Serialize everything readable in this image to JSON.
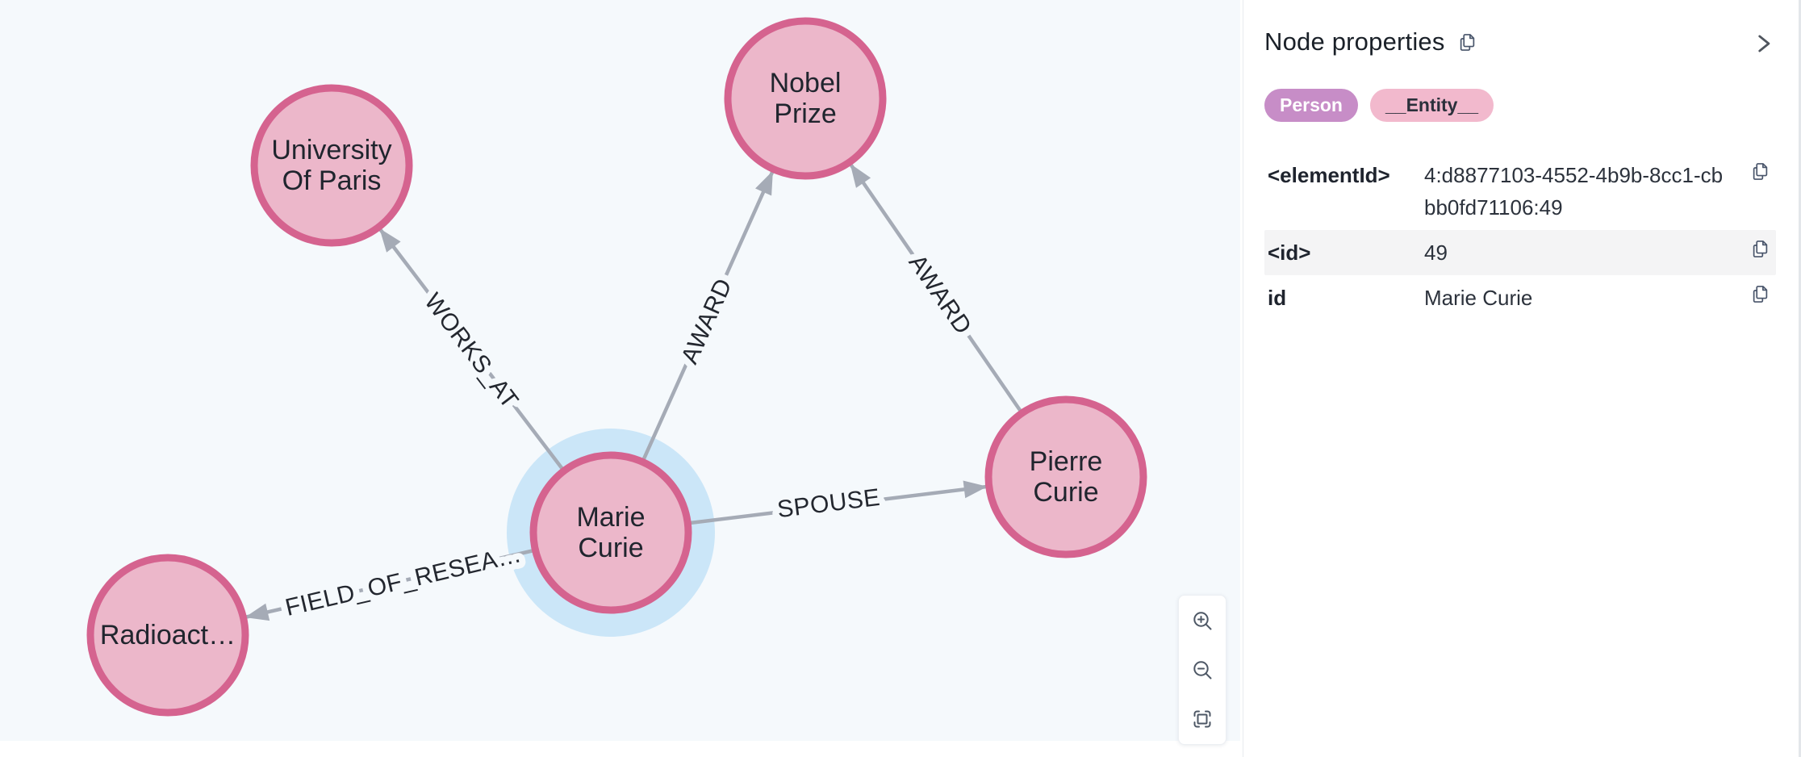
{
  "panel": {
    "title": "Node properties",
    "labels": [
      "Person",
      "__Entity__"
    ],
    "badge_colors": {
      "person": "#c78dc7",
      "entity": "#f2b9cd"
    },
    "properties": [
      {
        "key": "<elementId>",
        "value": "4:d8877103-4552-4b9b-8cc1-cbbb0fd71106:49"
      },
      {
        "key": "<id>",
        "value": "49"
      },
      {
        "key": "id",
        "value": "Marie Curie"
      }
    ]
  },
  "graph": {
    "colors": {
      "canvas_bg": "#f5f9fc",
      "node_fill": "#ecb7ca",
      "node_border": "#d5638f",
      "selection_halo": "#cbe6f8",
      "edge": "#a5abb6",
      "node_text": "#20252e"
    },
    "nodes": [
      {
        "name": "University Of Paris",
        "line1": "University",
        "line2": "Of Paris"
      },
      {
        "name": "Nobel Prize",
        "line1": "Nobel",
        "line2": "Prize"
      },
      {
        "name": "Marie Curie",
        "line1": "Marie",
        "line2": "Curie",
        "selected": true
      },
      {
        "name": "Pierre Curie",
        "line1": "Pierre",
        "line2": "Curie"
      },
      {
        "name": "Radioact…",
        "line1": "Radioact…"
      }
    ],
    "edges": [
      {
        "label": "WORKS_AT",
        "from": "Marie Curie",
        "to": "University Of Paris"
      },
      {
        "label": "AWARD",
        "from": "Marie Curie",
        "to": "Nobel Prize"
      },
      {
        "label": "AWARD",
        "from": "Pierre Curie",
        "to": "Nobel Prize"
      },
      {
        "label": "SPOUSE",
        "from": "Marie Curie",
        "to": "Pierre Curie"
      },
      {
        "label": "FIELD_OF_RESEA…",
        "from": "Marie Curie",
        "to": "Radioact…"
      }
    ]
  },
  "zoom_toolbar": {
    "buttons": [
      {
        "icon": "zoom-in"
      },
      {
        "icon": "zoom-out"
      },
      {
        "icon": "fit-to-screen"
      }
    ]
  }
}
